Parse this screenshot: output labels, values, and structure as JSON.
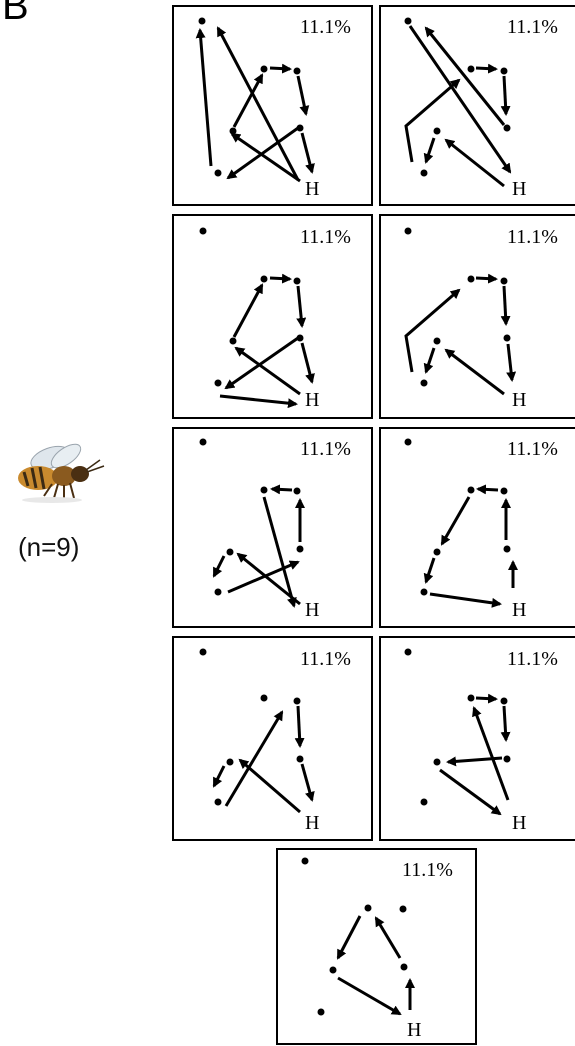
{
  "figure": {
    "panel_label": "B",
    "species": "bee",
    "sample_label": "(n=9)",
    "hive_label": "H",
    "colors": {
      "ink": "#000000",
      "background": "#ffffff"
    }
  },
  "routes": [
    {
      "id": "route-1",
      "percent": "11.1%"
    },
    {
      "id": "route-2",
      "percent": "11.1%"
    },
    {
      "id": "route-3",
      "percent": "11.1%"
    },
    {
      "id": "route-4",
      "percent": "11.1%"
    },
    {
      "id": "route-5",
      "percent": "11.1%"
    },
    {
      "id": "route-6",
      "percent": "11.1%"
    },
    {
      "id": "route-7",
      "percent": "11.1%"
    },
    {
      "id": "route-8",
      "percent": "11.1%"
    },
    {
      "id": "route-9",
      "percent": "11.1%"
    }
  ]
}
